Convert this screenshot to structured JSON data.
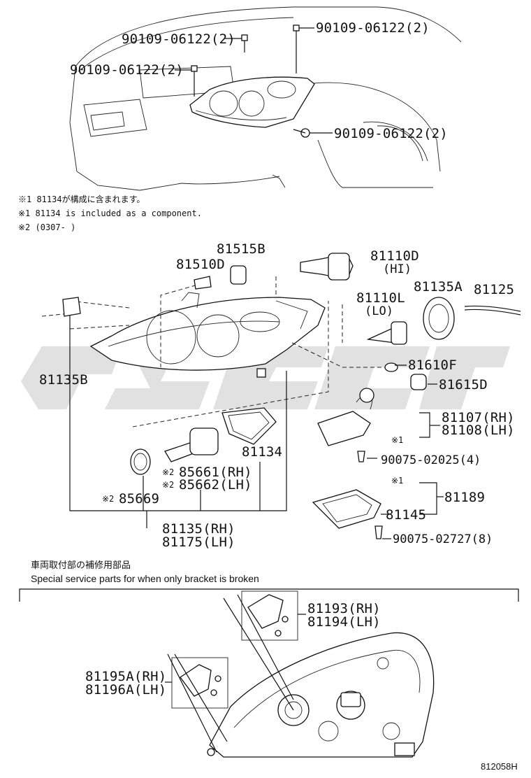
{
  "notes": {
    "line1": "※1 81134が構成に含まれます。",
    "line2": "※1 81134 is included as a component.",
    "line3": "※2 (0307-     )"
  },
  "labels": {
    "bolt_tl": "90109-06122(2)",
    "bolt_tr": "90109-06122(2)",
    "bolt_ml": "90109-06122(2)",
    "bolt_r": "90109-06122(2)",
    "p81515B": "81515B",
    "p81510D": "81510D",
    "p81110D": "81110D",
    "p81110D_sub": "(HI)",
    "p81110L": "81110L",
    "p81110L_sub": "(LO)",
    "p81135A": "81135A",
    "p81125": "81125",
    "p81135B": "81135B",
    "p81610F": "81610F",
    "p81615D": "81615D",
    "p81107": "81107(RH)",
    "p81108": "81108(LH)",
    "mark1a": "※1",
    "p90075a": "90075-02025(4)",
    "p81134": "81134",
    "mark2a": "※2",
    "p85661": "85661(RH)",
    "mark2b": "※2",
    "p85662": "85662(LH)",
    "mark2c": "※2",
    "p85669": "85669",
    "mark1b": "※1",
    "p81189": "81189",
    "p81145": "81145",
    "p90075b": "90075-02727(8)",
    "p81135": "81135(RH)",
    "p81175": "81175(LH)",
    "p81193": "81193(RH)",
    "p81194": "81194(LH)",
    "p81195A": "81195A(RH)",
    "p81196A": "81196A(LH)"
  },
  "service": {
    "jp": "車両取付部の補修用部品",
    "en": "Special service parts for when only bracket is broken"
  },
  "figure_code": "812058H"
}
